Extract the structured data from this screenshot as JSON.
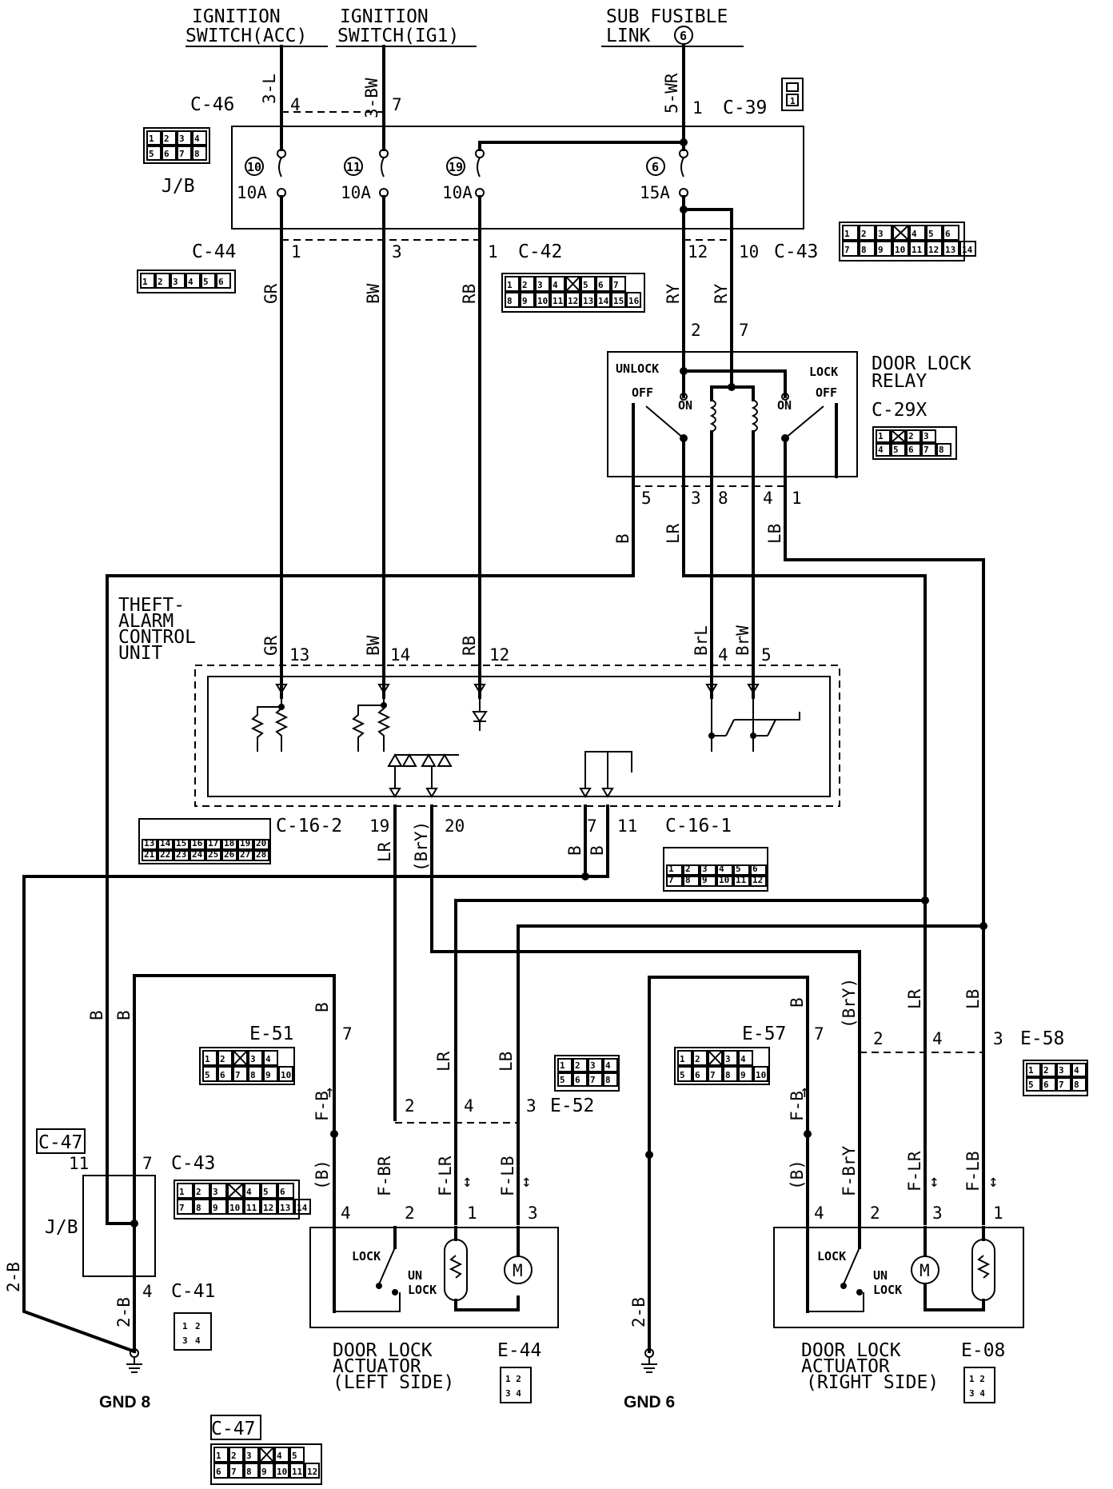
{
  "sources": {
    "ign_acc": [
      "IGNITION",
      "SWITCH(ACC)"
    ],
    "ign_ig1": [
      "IGNITION",
      "SWITCH(IG1)"
    ],
    "sub_fusible": [
      "SUB FUSIBLE",
      "LINK"
    ],
    "sub_fusible_num": "6"
  },
  "junction_block": {
    "label": "J/B",
    "connector_top": "C-46",
    "connector_c39": "C-39",
    "connector_c44": "C-44",
    "connector_c42": "C-42",
    "connector_c43": "C-43",
    "fuses": [
      {
        "num": "10",
        "amp": "10A"
      },
      {
        "num": "11",
        "amp": "10A"
      },
      {
        "num": "19",
        "amp": "10A"
      },
      {
        "num": "6",
        "amp": "15A"
      }
    ]
  },
  "relay": {
    "title": [
      "DOOR LOCK",
      "RELAY"
    ],
    "connector": "C-29X",
    "unlock": "UNLOCK",
    "lock": "LOCK",
    "off": "OFF",
    "on": "ON"
  },
  "control_unit": {
    "title": [
      "THEFT-",
      "ALARM",
      "CONTROL",
      "UNIT"
    ],
    "connector_a": "C-16-2",
    "connector_b": "C-16-1"
  },
  "wires": {
    "w_3L": "3-L",
    "w_3BW": "3-BW",
    "w_5WR": "5-WR",
    "GR": "GR",
    "BW": "BW",
    "RB": "RB",
    "RY": "RY",
    "B": "B",
    "LR": "LR",
    "LB": "LB",
    "BrL": "BrL",
    "BrW": "BrW",
    "BrY": "(BrY)",
    "FB": "F-B",
    "FBR": "F-BR",
    "FLR": "F-LR",
    "FLB": "F-LB",
    "FBrY": "F-BrY",
    "Bp": "(B)",
    "w_2B": "2-B"
  },
  "pins": {
    "p1": "1",
    "p2": "2",
    "p3": "3",
    "p4": "4",
    "p5": "5",
    "p7": "7",
    "p8": "8",
    "p10": "10",
    "p11": "11",
    "p12": "12",
    "p13": "13",
    "p14": "14",
    "p19": "19",
    "p20": "20"
  },
  "lower": {
    "e51": "E-51",
    "e52": "E-52",
    "e57": "E-57",
    "e58": "E-58",
    "c47": "C-47",
    "c43": "C-43",
    "c41": "C-41",
    "jb": "J/B",
    "e44": "E-44",
    "e08": "E-08",
    "gnd8": "GND 8",
    "gnd6": "GND 6"
  },
  "actuators": {
    "left": [
      "DOOR LOCK",
      "ACTUATOR",
      "(LEFT SIDE)"
    ],
    "right": [
      "DOOR LOCK",
      "ACTUATOR",
      "(RIGHT SIDE)"
    ],
    "lock": "LOCK",
    "un": "UN",
    "unlock": "LOCK",
    "motor": "M"
  },
  "connector_grids": {
    "c46": [
      [
        "1",
        "2",
        "3",
        "4"
      ],
      [
        "5",
        "6",
        "7",
        "8"
      ]
    ],
    "c44": [
      [
        "1",
        "2",
        "3",
        "4",
        "5",
        "6"
      ]
    ],
    "c42": [
      [
        "1",
        "2",
        "3",
        "4",
        "",
        "5",
        "6",
        "7"
      ],
      [
        "8",
        "9",
        "10",
        "11",
        "12",
        "13",
        "14",
        "15",
        "16"
      ]
    ],
    "c43": [
      [
        "1",
        "2",
        "3",
        "",
        "4",
        "5",
        "6"
      ],
      [
        "7",
        "8",
        "9",
        "10",
        "11",
        "12",
        "13",
        "14"
      ]
    ],
    "c29x": [
      [
        "1",
        "",
        "2",
        "3"
      ],
      [
        "4",
        "5",
        "6",
        "7",
        "8"
      ]
    ],
    "c162": [
      [
        "13",
        "14",
        "15",
        "16",
        "17",
        "18",
        "19",
        "20"
      ],
      [
        "21",
        "22",
        "23",
        "24",
        "25",
        "26",
        "27",
        "28"
      ]
    ],
    "c161": [
      [
        "1",
        "2",
        "3",
        "4",
        "5",
        "6"
      ],
      [
        "7",
        "8",
        "9",
        "10",
        "11",
        "12"
      ]
    ],
    "e51": [
      [
        "1",
        "2",
        "",
        "3",
        "4"
      ],
      [
        "5",
        "6",
        "7",
        "8",
        "9",
        "10"
      ]
    ],
    "e52": [
      [
        "1",
        "2",
        "3",
        "4"
      ],
      [
        "5",
        "6",
        "7",
        "8"
      ]
    ],
    "c47": [
      [
        "1",
        "2",
        "3",
        "",
        "4",
        "5"
      ],
      [
        "6",
        "7",
        "8",
        "9",
        "10",
        "11",
        "12"
      ]
    ],
    "c41": [
      [
        "1",
        "2"
      ],
      [
        "3",
        "4"
      ]
    ],
    "c39": [
      [
        "1"
      ]
    ]
  }
}
